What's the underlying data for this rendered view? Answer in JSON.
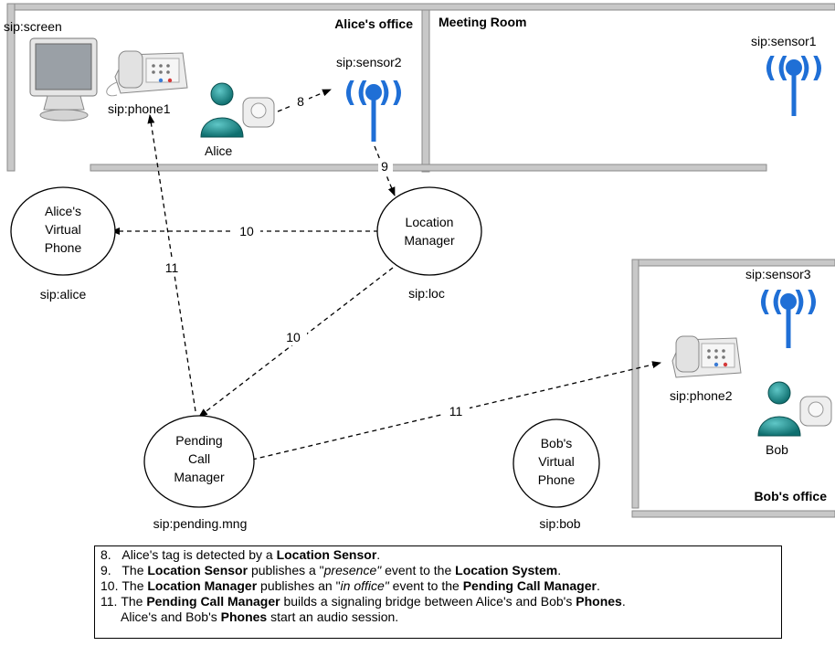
{
  "rooms": {
    "alice_office": "Alice's office",
    "meeting_room": "Meeting Room",
    "bob_office": "Bob's office"
  },
  "devices": {
    "screen": "sip:screen",
    "phone1": "sip:phone1",
    "phone2": "sip:phone2",
    "sensor1": "sip:sensor1",
    "sensor2": "sip:sensor2",
    "sensor3": "sip:sensor3"
  },
  "people": {
    "alice": "Alice",
    "bob": "Bob"
  },
  "nodes": {
    "alice_phone": {
      "lines": [
        "Alice's",
        "Virtual",
        "Phone"
      ],
      "uri": "sip:alice"
    },
    "location_manager": {
      "lines": [
        "Location",
        "Manager"
      ],
      "uri": "sip:loc"
    },
    "pending_call_manager": {
      "lines": [
        "Pending",
        "Call",
        "Manager"
      ],
      "uri": "sip:pending.mng"
    },
    "bob_phone": {
      "lines": [
        "Bob's",
        "Virtual",
        "Phone"
      ],
      "uri": "sip:bob"
    }
  },
  "edges": [
    {
      "id": "tag-to-sensor2",
      "label": "8"
    },
    {
      "id": "sensor2-to-loc",
      "label": "9"
    },
    {
      "id": "loc-to-alice-phone",
      "label": "10"
    },
    {
      "id": "loc-to-pending",
      "label": "10"
    },
    {
      "id": "pending-to-phone1",
      "label": "11"
    },
    {
      "id": "pending-to-phone2",
      "label": "11"
    }
  ],
  "legend": [
    {
      "num": "8.",
      "parts": [
        {
          "t": "Alice's tag is detected by a "
        },
        {
          "t": "Location Sensor",
          "b": true
        },
        {
          "t": "."
        }
      ]
    },
    {
      "num": "9.",
      "parts": [
        {
          "t": "The "
        },
        {
          "t": "Location Sensor",
          "b": true
        },
        {
          "t": " publishes a \""
        },
        {
          "t": "presence\"",
          "i": true
        },
        {
          "t": " event to the "
        },
        {
          "t": "Location System",
          "b": true
        },
        {
          "t": "."
        }
      ]
    },
    {
      "num": "10.",
      "parts": [
        {
          "t": "The "
        },
        {
          "t": "Location Manager",
          "b": true
        },
        {
          "t": " publishes an \""
        },
        {
          "t": "in office\"",
          "i": true
        },
        {
          "t": " event to the "
        },
        {
          "t": "Pending Call Manager",
          "b": true
        },
        {
          "t": "."
        }
      ]
    },
    {
      "num": "11.",
      "parts": [
        {
          "t": "The "
        },
        {
          "t": "Pending Call Manager",
          "b": true
        },
        {
          "t": " builds a signaling bridge between Alice's and Bob's "
        },
        {
          "t": "Phones",
          "b": true
        },
        {
          "t": "."
        }
      ]
    },
    {
      "num": "",
      "parts": [
        {
          "t": "Alice's and Bob's "
        },
        {
          "t": "Phones",
          "b": true
        },
        {
          "t": " start an audio session."
        }
      ]
    }
  ],
  "colors": {
    "sensor_blue": "#1f6fd6",
    "person_teal": "#1a8a8a",
    "wall_gray": "#c8c8c8"
  }
}
